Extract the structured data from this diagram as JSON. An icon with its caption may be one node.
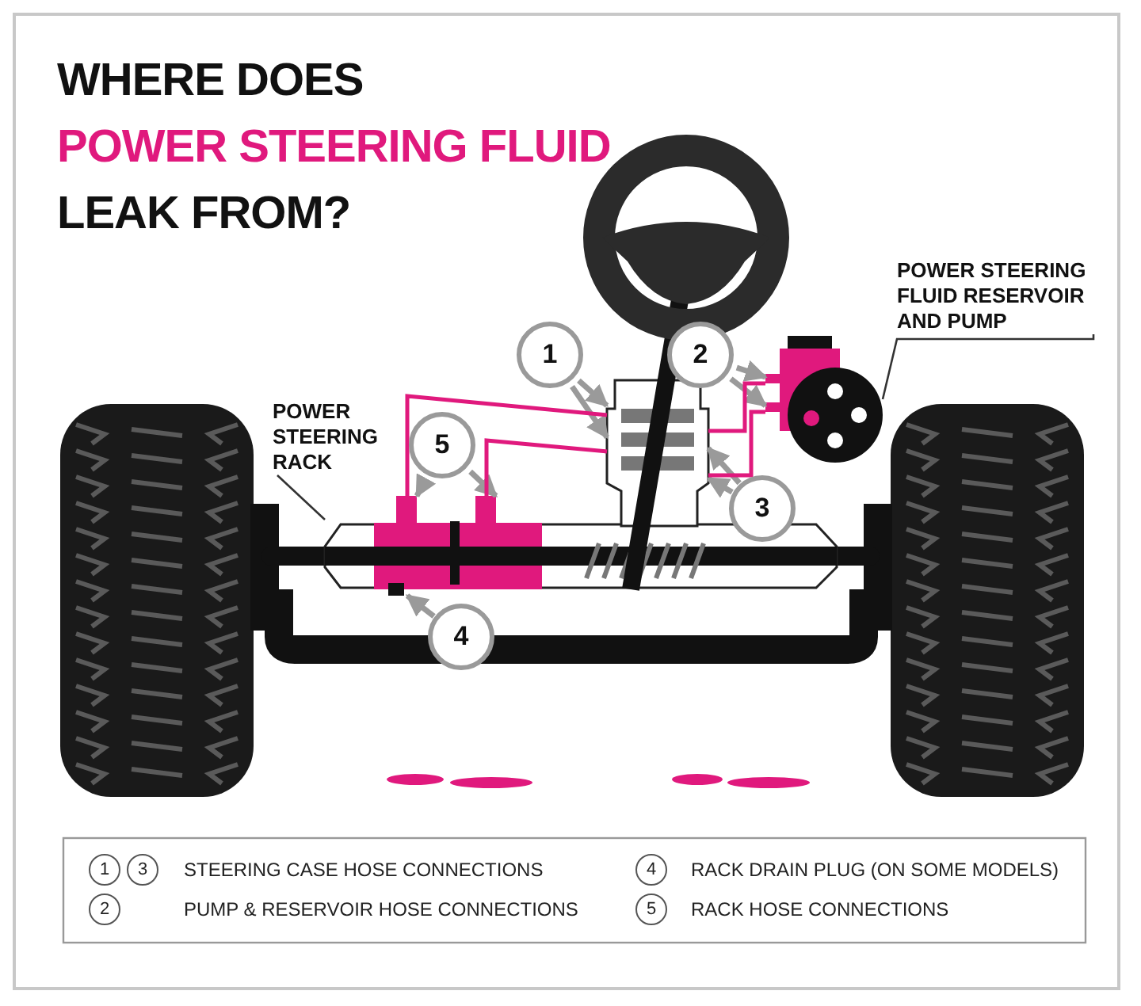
{
  "diagram": {
    "title": "WHERE DOES POWER STEERING FLUID LEAK FROM?",
    "nodes": [
      {
        "text": [
          "POWER STEERING FLUID RESERVOIR AND PUMP"
        ]
      },
      {
        "text": [],
        "shape": "picture"
      },
      {
        "text": [
          "POWER STEERING RACK"
        ]
      },
      {
        "text": [],
        "shape": "picture"
      },
      {
        "text": [],
        "shape": "picture"
      },
      {
        "text": [
          "1"
        ]
      },
      {
        "text": [
          "2"
        ]
      },
      {
        "text": [
          "3"
        ]
      },
      {
        "text": [
          "4"
        ]
      },
      {
        "text": [
          "5"
        ]
      }
    ],
    "edges": [
      {
        "from": 0,
        "to": 1,
        "arrow": "none",
        "color": "#333333"
      },
      {
        "from": 2,
        "to": 3,
        "arrow": "none",
        "color": "#333333"
      },
      {
        "from": 5,
        "to": 4,
        "arrow": "to"
      },
      {
        "from": 5,
        "to": 4,
        "arrow": "to"
      },
      {
        "from": 6,
        "to": 1,
        "arrow": "to"
      },
      {
        "from": 6,
        "to": 1,
        "arrow": "to"
      },
      {
        "from": 7,
        "to": 4,
        "arrow": "to"
      },
      {
        "from": 7,
        "to": 4,
        "arrow": "to"
      },
      {
        "from": 8,
        "to": 3,
        "arrow": "to"
      },
      {
        "from": 9,
        "to": 3,
        "arrow": "to"
      },
      {
        "from": 9,
        "to": 3,
        "arrow": "to"
      },
      {
        "from": 3,
        "to": 4,
        "arrow": "none",
        "color": "#e0197d"
      },
      {
        "from": 3,
        "to": 4,
        "arrow": "none",
        "color": "#e0197d"
      },
      {
        "from": 4,
        "to": 1,
        "arrow": "none",
        "color": "#e0197d"
      },
      {
        "from": 4,
        "to": 1,
        "arrow": "none",
        "color": "#e0197d"
      }
    ],
    "labels": [
      "1",
      "3",
      "STEERING CASE HOSE CONNECTIONS",
      "4",
      "RACK DRAIN PLUG (ON SOME MODELS)",
      "2",
      "PUMP & RESERVOIR HOSE CONNECTIONS",
      "5",
      "RACK HOSE CONNECTIONS"
    ]
  }
}
